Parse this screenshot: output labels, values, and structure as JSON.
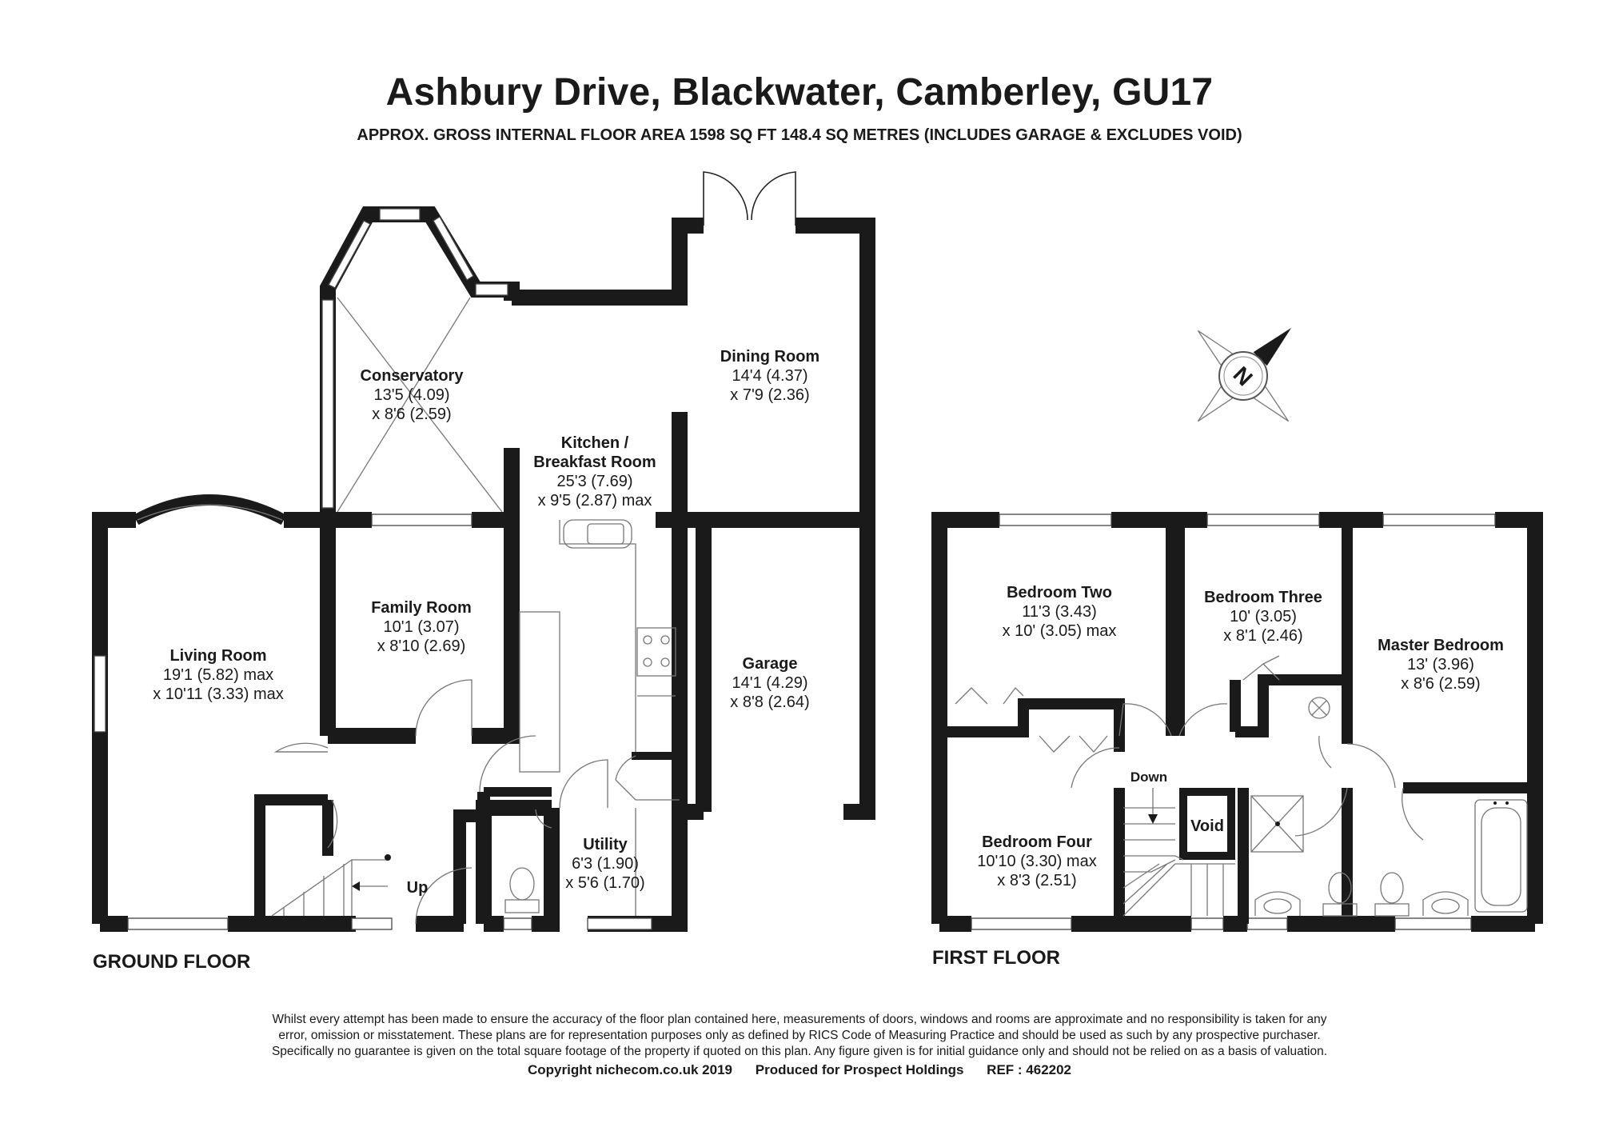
{
  "header": {
    "title": "Ashbury Drive, Blackwater, Camberley, GU17",
    "subtitle": "APPROX. GROSS INTERNAL FLOOR AREA 1598 SQ FT 148.4 SQ METRES (INCLUDES GARAGE & EXCLUDES VOID)"
  },
  "floors": {
    "ground": {
      "label": "GROUND FLOOR"
    },
    "first": {
      "label": "FIRST FLOOR"
    }
  },
  "rooms": {
    "conservatory": {
      "name": "Conservatory",
      "dim1": "13'5 (4.09)",
      "dim2": "x 8'6 (2.59)"
    },
    "dining": {
      "name": "Dining Room",
      "dim1": "14'4 (4.37)",
      "dim2": "x 7'9 (2.36)"
    },
    "kitchen": {
      "name1": "Kitchen /",
      "name2": "Breakfast Room",
      "dim1": "25'3 (7.69)",
      "dim2": "x 9'5 (2.87) max"
    },
    "family": {
      "name": "Family Room",
      "dim1": "10'1 (3.07)",
      "dim2": "x 8'10 (2.69)"
    },
    "living": {
      "name": "Living Room",
      "dim1": "19'1 (5.82) max",
      "dim2": "x 10'11 (3.33) max"
    },
    "garage": {
      "name": "Garage",
      "dim1": "14'1 (4.29)",
      "dim2": "x 8'8 (2.64)"
    },
    "utility": {
      "name": "Utility",
      "dim1": "6'3 (1.90)",
      "dim2": "x 5'6 (1.70)"
    },
    "bed2": {
      "name": "Bedroom Two",
      "dim1": "11'3 (3.43)",
      "dim2": "x 10' (3.05) max"
    },
    "bed3": {
      "name": "Bedroom Three",
      "dim1": "10' (3.05)",
      "dim2": "x 8'1 (2.46)"
    },
    "master": {
      "name": "Master Bedroom",
      "dim1": "13' (3.96)",
      "dim2": "x 8'6 (2.59)"
    },
    "bed4": {
      "name": "Bedroom Four",
      "dim1": "10'10 (3.30) max",
      "dim2": "x 8'3 (2.51)"
    }
  },
  "labels": {
    "up": "Up",
    "down": "Down",
    "void": "Void",
    "compass_letter": "N"
  },
  "footer": {
    "disclaimer1": "Whilst every attempt has been made to ensure the accuracy of the floor plan contained here, measurements of doors, windows and rooms are approximate and no responsibility is taken for any",
    "disclaimer2": "error, omission or misstatement. These plans are for representation purposes only as defined by RICS Code of Measuring Practice and should be used as such by any prospective purchaser.",
    "disclaimer3": "Specifically no guarantee is given on the total square footage of the property if quoted on this plan. Any figure given is for initial guidance only and should not be relied on as a basis of valuation.",
    "copyright": "Copyright nichecom.co.uk 2019",
    "produced": "Produced for Prospect Holdings",
    "ref": "REF : 462202"
  },
  "colors": {
    "wall": "#1a1a1a",
    "line": "#666666"
  }
}
